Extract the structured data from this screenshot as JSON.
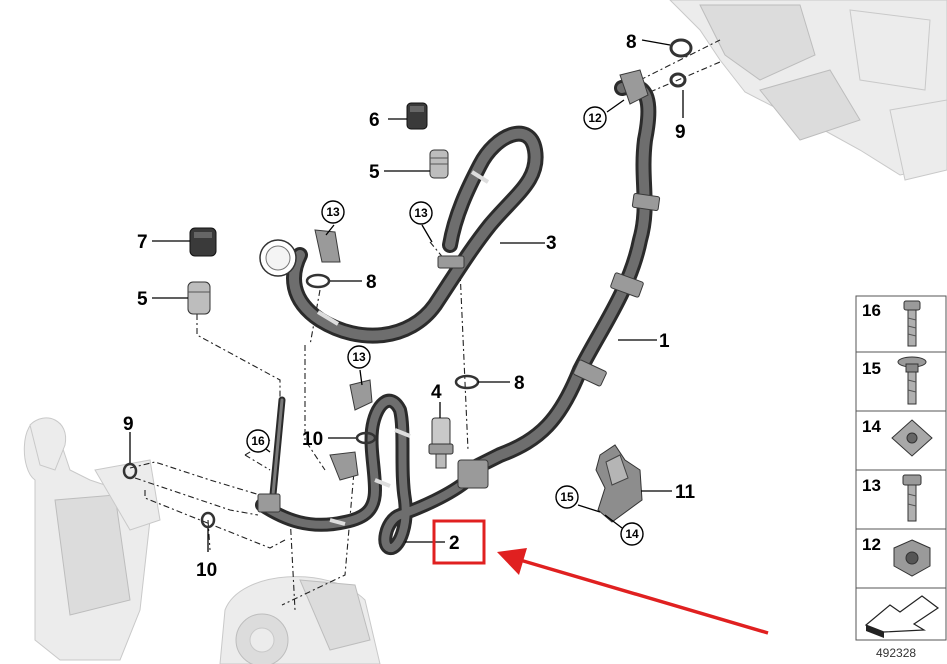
{
  "callouts": {
    "p1": "1",
    "p2": "2",
    "p3": "3",
    "p4": "4",
    "p5a": "5",
    "p5b": "5",
    "p6": "6",
    "p7": "7",
    "p8a": "8",
    "p8b": "8",
    "p8c": "8",
    "p9a": "9",
    "p9b": "9",
    "p10a": "10",
    "p10b": "10",
    "p11": "11",
    "c12": "12",
    "c13a": "13",
    "c13b": "13",
    "c13c": "13",
    "c14": "14",
    "c15": "15",
    "c16": "16"
  },
  "legend": {
    "items": [
      "16",
      "15",
      "14",
      "13",
      "12"
    ]
  },
  "diagram_id": "492328",
  "highlight": {
    "part": "2",
    "color": "#e02020"
  }
}
